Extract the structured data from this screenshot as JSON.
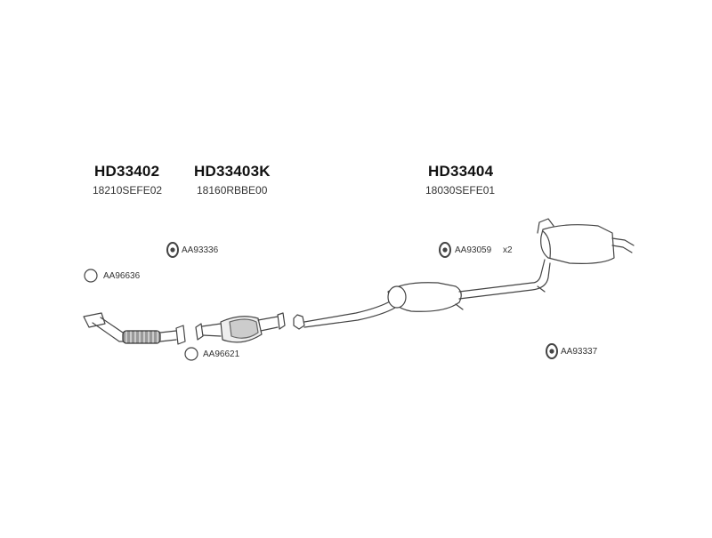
{
  "parts": {
    "front_pipe": {
      "code": "HD33402",
      "oem": "18210SEFE02"
    },
    "catalyst": {
      "code": "HD33403K",
      "oem": "18160RBBE00"
    },
    "rear_section": {
      "code": "HD33404",
      "oem": "18030SEFE01"
    }
  },
  "accessories": {
    "mount_a": {
      "ref": "AA93336"
    },
    "gasket_a": {
      "ref": "AA96636"
    },
    "gasket_b": {
      "ref": "AA96621"
    },
    "mount_b": {
      "ref": "AA93059",
      "qty": "x2"
    },
    "mount_c": {
      "ref": "AA93337"
    }
  },
  "colors": {
    "line": "#444444",
    "fill": "#ffffff",
    "shade": "#bbbbbb"
  }
}
